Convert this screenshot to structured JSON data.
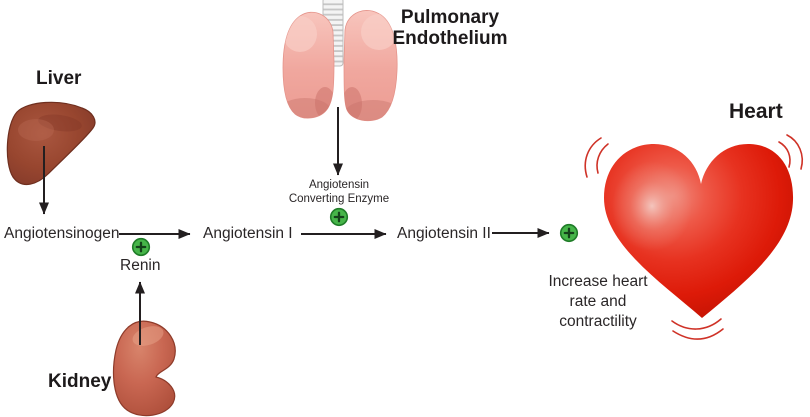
{
  "organs": {
    "liver": {
      "label": "Liver",
      "color": "#9a4836"
    },
    "kidney": {
      "label": "Kidney",
      "color": "#c6664f"
    },
    "pulmonary": {
      "line1": "Pulmonary",
      "line2": "Endothelium",
      "color": "#f0a79e"
    },
    "heart": {
      "label": "Heart",
      "color": "#e62310",
      "effect_line1": "Increase heart",
      "effect_line2": "rate and",
      "effect_line3": "contractility"
    }
  },
  "pathway": {
    "angiotensinogen": "Angiotensinogen",
    "angiotensin_i": "Angiotensin I",
    "angiotensin_ii": "Angiotensin II"
  },
  "enzymes": {
    "renin": {
      "label": "Renin"
    },
    "ace": {
      "line1": "Angiotensin",
      "line2": "Converting Enzyme"
    }
  },
  "icons": {
    "stimulation_plus": {
      "name": "plus-icon",
      "fill": "#46b549",
      "border": "#1f7c28",
      "symbol": "#14411a"
    }
  },
  "colors": {
    "arrow": "#231f20",
    "text": "#2a2627",
    "bold_label": "#1d1a1b",
    "vibration": "#cf3227",
    "trachea": "#d9d9d9"
  }
}
